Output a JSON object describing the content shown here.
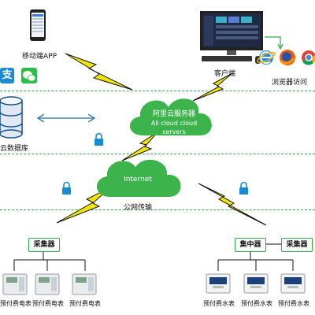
{
  "labels": {
    "mobile_app": "移动端APP",
    "client": "客户端",
    "browser": "浏览器访问",
    "database": "云数据库",
    "cloud_server_cn": "阿里云服务器",
    "cloud_server_en": "Ali cloud  cloud servers",
    "internet": "Internet",
    "public_network": "公网传输",
    "collector_left": "采集器",
    "collector_right": "采集器",
    "concentrator": "集中器",
    "alipay_char": "支"
  },
  "meters_electric": [
    "预付费电表",
    "预付费电表",
    "预付费电表"
  ],
  "meters_water": [
    "预付费水表",
    "预付费水表",
    "预付费水表"
  ],
  "colors": {
    "accent": "#2fa84f",
    "cloud": "#3cb44b",
    "bolt": "#f2e600",
    "lock": "#1a8bd1"
  }
}
